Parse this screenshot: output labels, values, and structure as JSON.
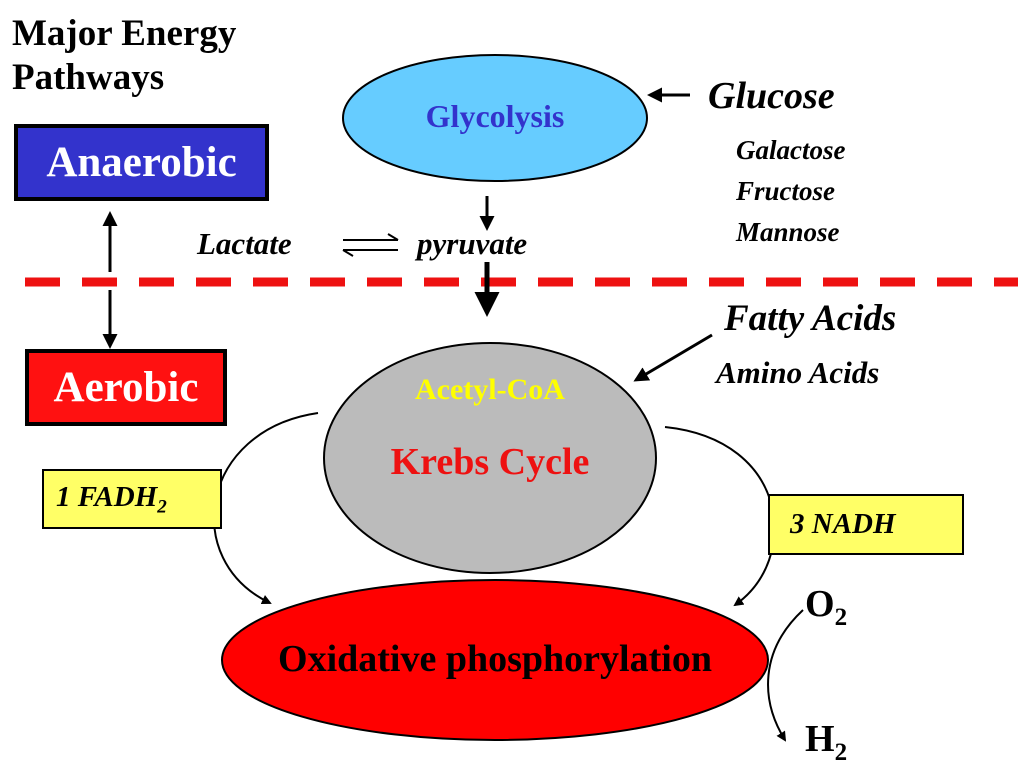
{
  "title": {
    "line1": "Major Energy",
    "line2": "Pathways"
  },
  "modes": {
    "anaerobic": "Anaerobic",
    "aerobic": "Aerobic"
  },
  "glycolysis": "Glycolysis",
  "inputs": {
    "glucose": "Glucose",
    "sugars": [
      "Galactose",
      "Fructose",
      "Mannose"
    ],
    "fatty_acids": "Fatty Acids",
    "amino_acids": "Amino Acids"
  },
  "lactate": "Lactate",
  "pyruvate": "pyruvate",
  "krebs": {
    "acetyl": "Acetyl-CoA",
    "cycle": "Krebs Cycle"
  },
  "carriers": {
    "fadh": {
      "text": "1 FADH",
      "sub": "2"
    },
    "nadh": "3 NADH"
  },
  "oxphos": "Oxidative phosphorylation",
  "gases": {
    "o2": {
      "text": "O",
      "sub": "2"
    },
    "h2": {
      "text": "H",
      "sub": "2"
    }
  },
  "colors": {
    "anaerobic": "#3333cc",
    "aerobic": "#ff1111",
    "glycolysis_fill": "#66ccff",
    "krebs_fill": "#bbbbbb",
    "oxphos_fill": "#ff0000",
    "divider": "#ee1111",
    "highlight_box": "#ffff66"
  }
}
